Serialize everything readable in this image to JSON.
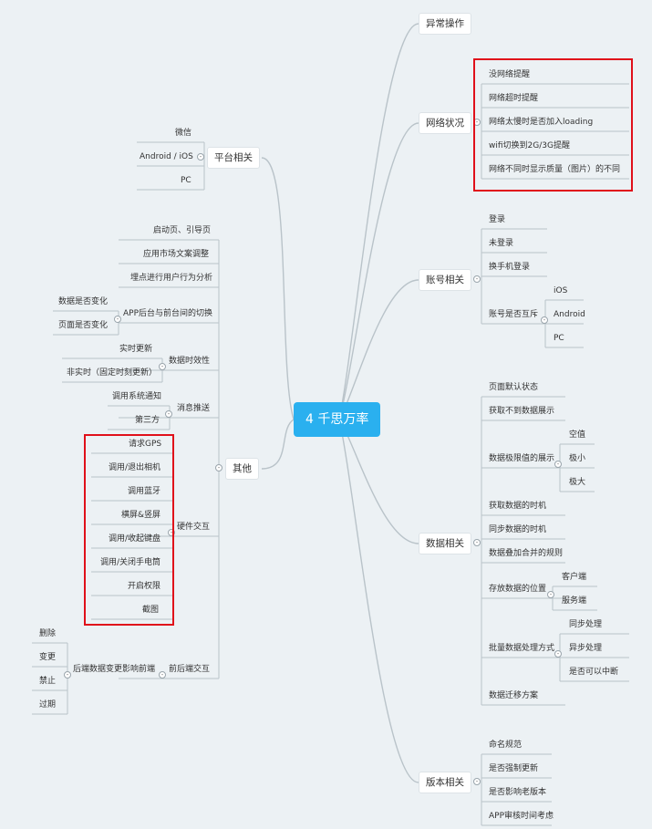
{
  "root": "4 千思万率",
  "right": {
    "abnormal": "异常操作",
    "network": {
      "label": "网络状况",
      "items": [
        "没网络提醒",
        "网络超时提醒",
        "网络太慢时是否加入loading",
        "wifi切换到2G/3G提醒",
        "网络不同时显示质量（图片）的不同"
      ]
    },
    "account": {
      "label": "账号相关",
      "items": [
        "登录",
        "未登录",
        "换手机登录",
        "账号是否互斥"
      ],
      "mutex_items": [
        "iOS",
        "Android",
        "PC"
      ]
    },
    "data": {
      "label": "数据相关",
      "items": [
        "页面默认状态",
        "获取不到数据展示",
        "数据极限值的展示",
        "获取数据的时机",
        "同步数据的时机",
        "数据叠加合并的规则",
        "存放数据的位置",
        "批量数据处理方式",
        "数据迁移方案"
      ],
      "limit_items": [
        "空值",
        "极小",
        "极大"
      ],
      "storage_items": [
        "客户端",
        "服务端"
      ],
      "batch_items": [
        "同步处理",
        "异步处理",
        "是否可以中断"
      ]
    },
    "version": {
      "label": "版本相关",
      "items": [
        "命名规范",
        "是否强制更新",
        "是否影响老版本",
        "APP审核时间考虑"
      ]
    }
  },
  "left": {
    "platform": {
      "label": "平台相关",
      "items": [
        "微信",
        "Android / iOS",
        "PC"
      ]
    },
    "other": {
      "label": "其他",
      "items": [
        "启动页、引导页",
        "应用市场文案调整",
        "埋点进行用户行为分析",
        "APP后台与前台间的切换",
        "数据时效性",
        "消息推送",
        "硬件交互",
        "前后端交互"
      ],
      "switch_items": [
        "数据是否变化",
        "页面是否变化"
      ],
      "timeliness_items": [
        "实时更新",
        "非实时（固定时刻更新）"
      ],
      "push_items": [
        "调用系统通知",
        "第三方"
      ],
      "hardware_items": [
        "请求GPS",
        "调用/退出相机",
        "调用蓝牙",
        "横屏&竖屏",
        "调用/收起键盘",
        "调用/关闭手电筒",
        "开启权限",
        "截图"
      ],
      "frontback_child": "后端数据变更影响前端",
      "frontback_items": [
        "删除",
        "变更",
        "禁止",
        "过期"
      ]
    }
  },
  "toggle_glyph": "-"
}
